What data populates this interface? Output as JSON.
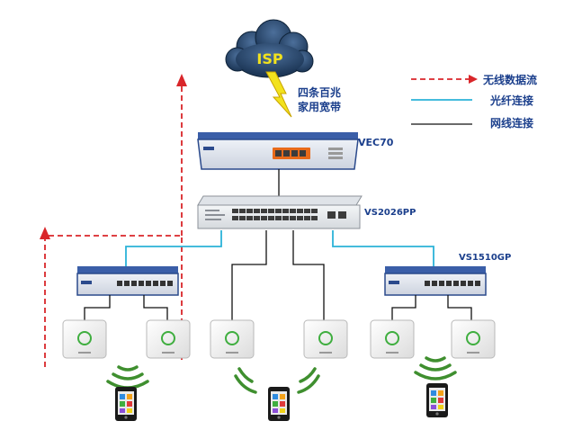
{
  "cloud": {
    "label": "ISP"
  },
  "link": {
    "line1": "四条百兆",
    "line2": "家用宽带"
  },
  "devices": {
    "router": {
      "label": "VEC70"
    },
    "core_switch": {
      "label": "VS2026PP"
    },
    "access_switch_right": {
      "label": "VS1510GP"
    }
  },
  "legend": [
    {
      "key": "wireless",
      "label": "无线数据流",
      "color": "#d9262a",
      "style": "dashed-arrow"
    },
    {
      "key": "fiber",
      "label": "光纤连接",
      "color": "#2bb3d8",
      "style": "solid"
    },
    {
      "key": "ethernet",
      "label": "网线连接",
      "color": "#111111",
      "style": "solid"
    }
  ],
  "colors": {
    "device_blue": "#2b4a8c",
    "label_blue": "#1b3f8c",
    "cloud": "#1f3f66",
    "lightning": "#f2e21d",
    "signal_green": "#3f8f2f"
  },
  "icons": [
    "cloud-icon",
    "lightning-icon",
    "router-icon",
    "switch-icon",
    "access-point-icon",
    "wifi-signal-icon",
    "smartphone-icon"
  ]
}
